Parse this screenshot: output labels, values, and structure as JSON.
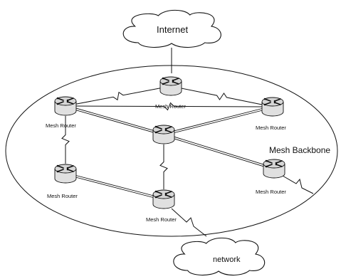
{
  "clouds": {
    "internet": "Internet",
    "network": "network"
  },
  "backbone_label": "Mesh Backbone",
  "routers": [
    {
      "id": "top",
      "label": "Mesh Router"
    },
    {
      "id": "upper-left",
      "label": "Mesh Router"
    },
    {
      "id": "right",
      "label": "Mesh Router"
    },
    {
      "id": "center",
      "label": ""
    },
    {
      "id": "lower-left",
      "label": "Mesh Router"
    },
    {
      "id": "bottom",
      "label": "Mesh Router"
    },
    {
      "id": "lower-right",
      "label": "Mesh Router"
    }
  ],
  "links": [
    [
      "top",
      "upper-left",
      "wireless"
    ],
    [
      "top",
      "right",
      "wireless"
    ],
    [
      "upper-left",
      "center",
      "wire"
    ],
    [
      "upper-left",
      "right",
      "wireless"
    ],
    [
      "center",
      "right",
      "wire"
    ],
    [
      "upper-left",
      "lower-left",
      "wireless"
    ],
    [
      "center",
      "bottom",
      "wireless"
    ],
    [
      "center",
      "lower-right",
      "wire"
    ],
    [
      "lower-left",
      "bottom",
      "wire"
    ]
  ],
  "colors": {
    "line": "#111111",
    "router_body": "#e0e0e0",
    "router_top": "#d6d6d6"
  }
}
